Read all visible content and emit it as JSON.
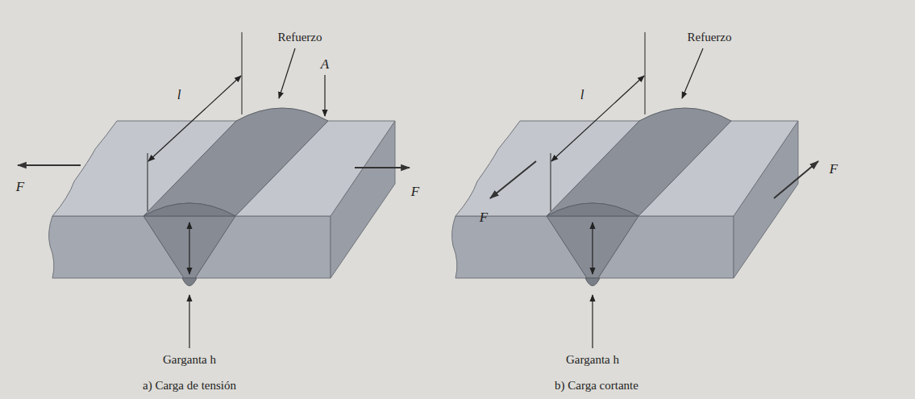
{
  "diagram": {
    "labels": [
      "Refuerzo",
      "l",
      "A",
      "F",
      "F",
      "Garganta h",
      "a) Carga de tensión",
      "Refuerzo",
      "l",
      "F",
      "F",
      "Garganta h",
      "b) Carga cortante"
    ]
  }
}
